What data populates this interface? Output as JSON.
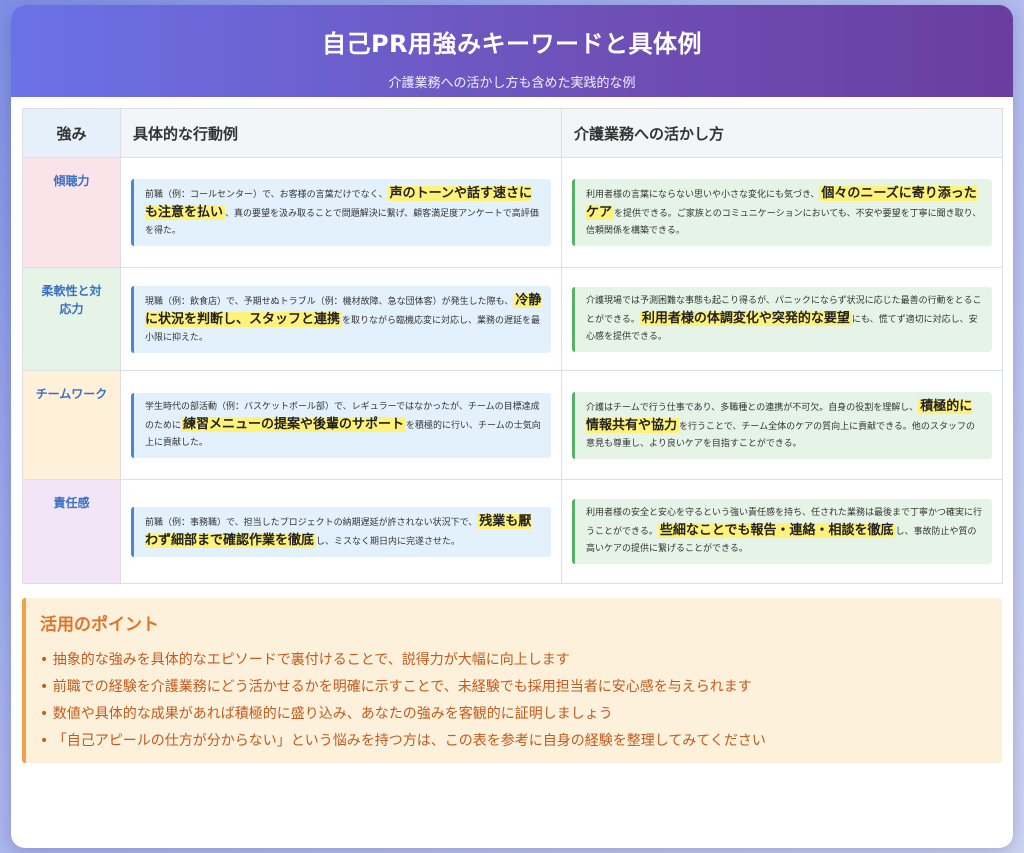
{
  "header": {
    "title": "自己PR用強みキーワードと具体例",
    "subtitle": "介護業務への活かし方も含めた実践的な例"
  },
  "table": {
    "columns": [
      "強み",
      "具体的な行動例",
      "介護業務への活かし方"
    ],
    "rows": [
      {
        "strength": "傾聴力",
        "action": {
          "pre": "前職（例：コールセンター）で、お客様の言葉だけでなく、",
          "hl": "声のトーンや話す速さにも注意を払い",
          "post": "、真の要望を汲み取ることで問題解決に繋げ、顧客満足度アンケートで高評価を得た。"
        },
        "care": {
          "pre": "利用者様の言葉にならない思いや小さな変化にも気づき、",
          "hl": "個々のニーズに寄り添ったケア",
          "post": "を提供できる。ご家族とのコミュニケーションにおいても、不安や要望を丁寧に聞き取り、信頼関係を構築できる。"
        }
      },
      {
        "strength": "柔軟性と対応力",
        "action": {
          "pre": "現職（例：飲食店）で、予期せぬトラブル（例：機材故障、急な団体客）が発生した際も、",
          "hl": "冷静に状況を判断し、スタッフと連携",
          "post": "を取りながら臨機応変に対応し、業務の遅延を最小限に抑えた。"
        },
        "care": {
          "pre": "介護現場では予測困難な事態も起こり得るが、パニックにならず状況に応じた最善の行動をとることができる。",
          "hl": "利用者様の体調変化や突発的な要望",
          "post": "にも、慌てず適切に対応し、安心感を提供できる。"
        }
      },
      {
        "strength": "チームワーク",
        "action": {
          "pre": "学生時代の部活動（例：バスケットボール部）で、レギュラーではなかったが、チームの目標達成のために",
          "hl": "練習メニューの提案や後輩のサポート",
          "post": "を積極的に行い、チームの士気向上に貢献した。"
        },
        "care": {
          "pre": "介護はチームで行う仕事であり、多職種との連携が不可欠。自身の役割を理解し、",
          "hl": "積極的に情報共有や協力",
          "post": "を行うことで、チーム全体のケアの質向上に貢献できる。他のスタッフの意見も尊重し、より良いケアを目指すことができる。"
        }
      },
      {
        "strength": "責任感",
        "action": {
          "pre": "前職（例：事務職）で、担当したプロジェクトの納期遅延が許されない状況下で、",
          "hl": "残業も厭わず細部まで確認作業を徹底",
          "post": "し、ミスなく期日内に完遂させた。"
        },
        "care": {
          "pre": "利用者様の安全と安心を守るという強い責任感を持ち、任された業務は最後まで丁寧かつ確実に行うことができる。",
          "hl": "些細なことでも報告・連絡・相談を徹底",
          "post": "し、事故防止や質の高いケアの提供に繋げることができる。"
        }
      }
    ]
  },
  "points": {
    "title": "活用のポイント",
    "items": [
      "• 抽象的な強みを具体的なエピソードで裏付けることで、説得力が大幅に向上します",
      "• 前職での経験を介護業務にどう活かせるかを明確に示すことで、未経験でも採用担当者に安心感を与えられます",
      "• 数値や具体的な成果があれば積極的に盛り込み、あなたの強みを客観的に証明しましょう",
      "• 「自己アピールの仕方が分からない」という悩みを持つ方は、この表を参考に自身の経験を整理してみてください"
    ]
  }
}
